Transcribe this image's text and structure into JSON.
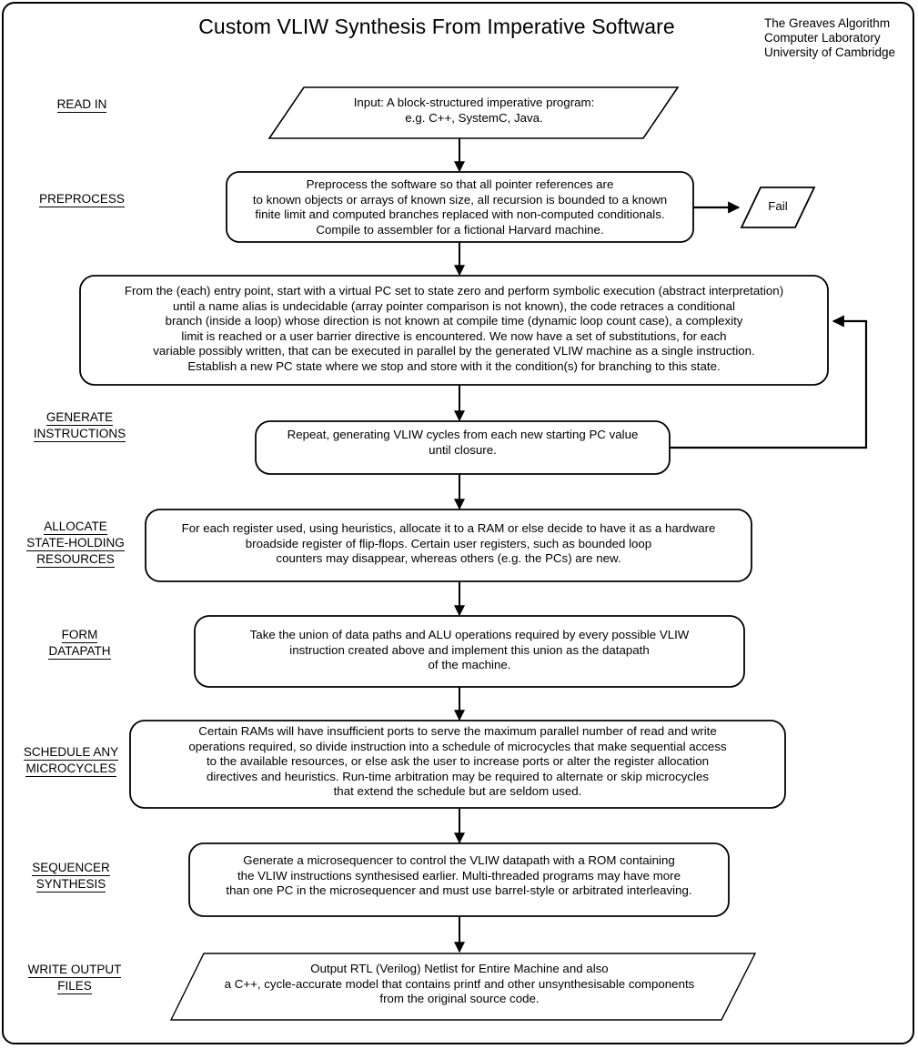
{
  "header": {
    "title": "Custom VLIW Synthesis From Imperative Software",
    "credit_line1": "The Greaves Algorithm",
    "credit_line2": "Computer Laboratory",
    "credit_line3": "University of Cambridge"
  },
  "stages": [
    {
      "id": "read-in",
      "lines": [
        "READ IN"
      ]
    },
    {
      "id": "preprocess",
      "lines": [
        "PREPROCESS"
      ]
    },
    {
      "id": "generate-instructions",
      "lines": [
        "GENERATE",
        "INSTRUCTIONS"
      ]
    },
    {
      "id": "allocate-state-holding-resources",
      "lines": [
        "ALLOCATE",
        "STATE-HOLDING",
        "RESOURCES"
      ]
    },
    {
      "id": "form-datapath",
      "lines": [
        "FORM",
        "DATAPATH"
      ]
    },
    {
      "id": "schedule-any-microcycles",
      "lines": [
        "SCHEDULE ANY",
        "MICROCYCLES"
      ]
    },
    {
      "id": "sequencer-synthesis",
      "lines": [
        "SEQUENCER",
        "SYNTHESIS"
      ]
    },
    {
      "id": "write-output-files",
      "lines": [
        "WRITE OUTPUT",
        "FILES"
      ]
    }
  ],
  "nodes": {
    "input": {
      "shape": "parallelogram",
      "lines": [
        "Input: A block-structured imperative program:",
        "e.g. C++, SystemC, Java."
      ]
    },
    "preprocess": {
      "shape": "rounded-rect",
      "lines": [
        "Preprocess the software so that all pointer references are",
        "to known objects or arrays of known size, all recursion is bounded to a known",
        "finite limit and computed branches replaced with non-computed conditionals.",
        "Compile to assembler for a fictional Harvard machine."
      ]
    },
    "fail": {
      "shape": "parallelogram",
      "lines": [
        "Fail"
      ]
    },
    "symbolic_execution": {
      "shape": "rounded-rect",
      "lines": [
        "From the (each) entry point, start with a virtual PC set to state zero and perform symbolic execution (abstract interpretation)",
        "until a name alias is undecidable (array pointer comparison is not known), the code retraces a conditional",
        "branch (inside a loop) whose direction is not known at compile time (dynamic loop count case), a complexity",
        "limit is reached or a user barrier directive is encountered.  We now have a set of substitutions, for each",
        "variable possibly written, that can be executed in parallel by the generated VLIW machine as a single instruction.",
        "Establish a new PC state where we stop and store with it the condition(s) for branching to this state."
      ]
    },
    "repeat": {
      "shape": "rounded-rect",
      "lines": [
        "Repeat, generating VLIW cycles from each new starting PC value",
        "until closure."
      ]
    },
    "allocate": {
      "shape": "rounded-rect",
      "lines": [
        "For each register used, using heuristics, allocate it to a RAM or else decide to have it as a hardware",
        "broadside register of flip-flops. Certain user registers, such as bounded loop",
        "counters may disappear, whereas others (e.g. the PCs) are new."
      ]
    },
    "datapath": {
      "shape": "rounded-rect",
      "lines": [
        "Take the union of data paths and ALU operations required by every possible VLIW",
        "instruction created above and implement this union as the datapath",
        "of the machine."
      ]
    },
    "microcycles": {
      "shape": "rounded-rect",
      "lines": [
        "Certain RAMs will have insufficient ports to serve the maximum parallel number of read and write",
        "operations required, so divide instruction into a schedule of microcycles that make sequential access",
        "to the available resources, or else ask the user to increase ports or alter the register allocation",
        "directives and heuristics.  Run-time arbitration may be required to alternate or skip microcycles",
        "that extend the schedule but are seldom used."
      ]
    },
    "sequencer": {
      "shape": "rounded-rect",
      "lines": [
        "Generate a microsequencer to control the VLIW datapath with a ROM containing",
        "the VLIW instructions synthesised earlier.  Multi-threaded programs may have more",
        "than one PC in the microsequencer and must use barrel-style  or arbitrated interleaving."
      ]
    },
    "output": {
      "shape": "parallelogram",
      "lines": [
        "Output RTL (Verilog) Netlist for Entire Machine and also",
        "a C++, cycle-accurate  model that contains printf and other unsynthesisable components",
        "from the original source code."
      ]
    }
  },
  "colors": {
    "stroke": "#000000",
    "background": "#ffffff",
    "text": "#000000"
  }
}
